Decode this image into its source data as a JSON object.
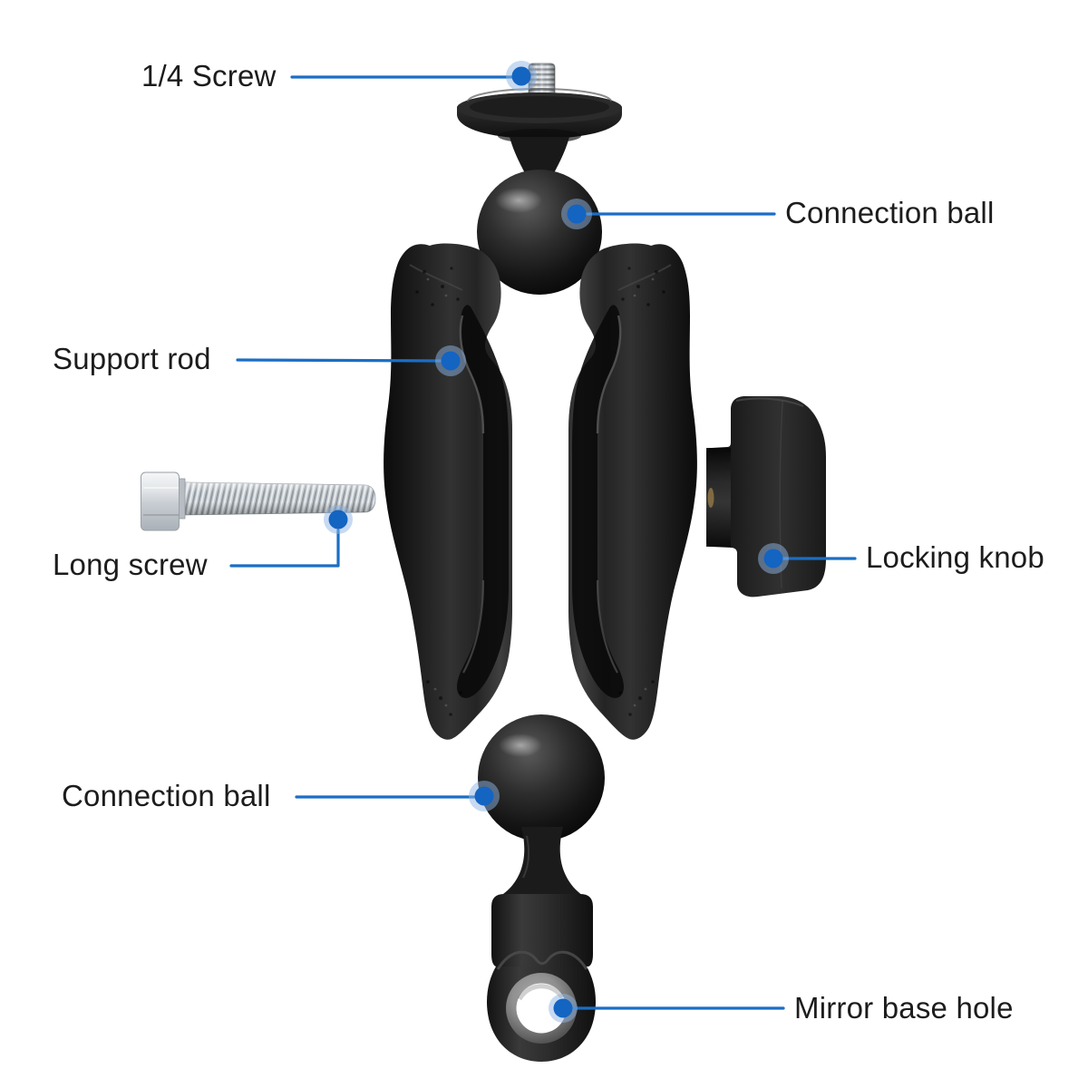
{
  "figure": {
    "type": "annotated-product-parts-diagram",
    "subject": "ball-socket mirror mount arm"
  },
  "colors": {
    "background": "#ffffff",
    "label_text": "#1c1c1c",
    "callout_line": "#1a6ec5",
    "callout_dot": "#1464c2",
    "callout_halo": "#8fb5e4",
    "product_dark": "#161616",
    "screw_silver": "#ccd1d6"
  },
  "labels": [
    {
      "id": "quarter-screw",
      "text": "1/4 Screw",
      "side": "left"
    },
    {
      "id": "connection-ball-top",
      "text": "Connection ball",
      "side": "right"
    },
    {
      "id": "support-rod",
      "text": "Support rod",
      "side": "left"
    },
    {
      "id": "long-screw",
      "text": "Long screw",
      "side": "left"
    },
    {
      "id": "locking-knob",
      "text": "Locking knob",
      "side": "right"
    },
    {
      "id": "connection-ball-bottom",
      "text": "Connection ball",
      "side": "left"
    },
    {
      "id": "mirror-base-hole",
      "text": "Mirror base hole",
      "side": "right"
    }
  ],
  "parts": [
    "quarter-screw-thread",
    "top-mount-plate",
    "top-connection-ball",
    "left-support-arm",
    "right-support-arm",
    "long-screw",
    "locking-knob",
    "bottom-connection-ball",
    "mirror-base",
    "mirror-base-hole"
  ]
}
